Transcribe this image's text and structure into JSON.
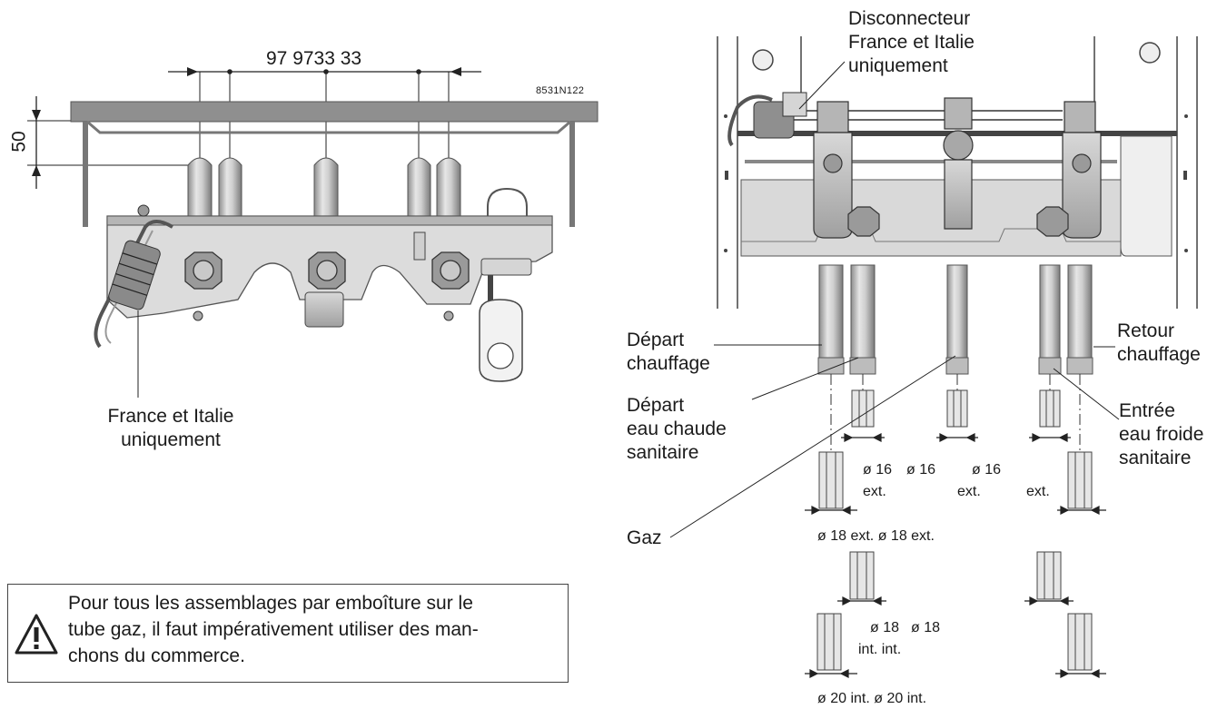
{
  "left_view": {
    "dimension_code": "97 9733 33",
    "height_dimension": "50",
    "drawing_ref": "8531N122",
    "callout": "France et Italie\nuniquement"
  },
  "right_view": {
    "callout_disconnector": "Disconnecteur\nFrance et Italie\nuniquement",
    "label_depart_chauffage": "Départ\nchauffage",
    "label_depart_eau_chaude": "Départ\neau chaude\nsanitaire",
    "label_gaz": "Gaz",
    "label_retour_chauffage": "Retour\nchauffage",
    "label_entree_eau_froide": "Entrée\neau froide\nsanitaire",
    "dim_16_a": "ø 16",
    "dim_16_b": "ø 16",
    "dim_16_c": "ø 16",
    "dim_16_a_ext": "ext.",
    "dim_16_b_ext": "ext.",
    "dim_16_c_ext": "ext.",
    "dim_18_ext": "ø 18 ext. ø 18 ext.",
    "dim_18_int_a": "ø 18",
    "dim_18_int_b": "ø 18",
    "dim_18_int_suffix": "int. int.",
    "dim_20_int": "ø 20 int. ø 20 int."
  },
  "warning": {
    "icon": "warning-triangle-icon",
    "text": "Pour tous les assemblages par emboîture sur le\ntube gaz, il faut impérativement utiliser des man-\nchons du commerce."
  }
}
